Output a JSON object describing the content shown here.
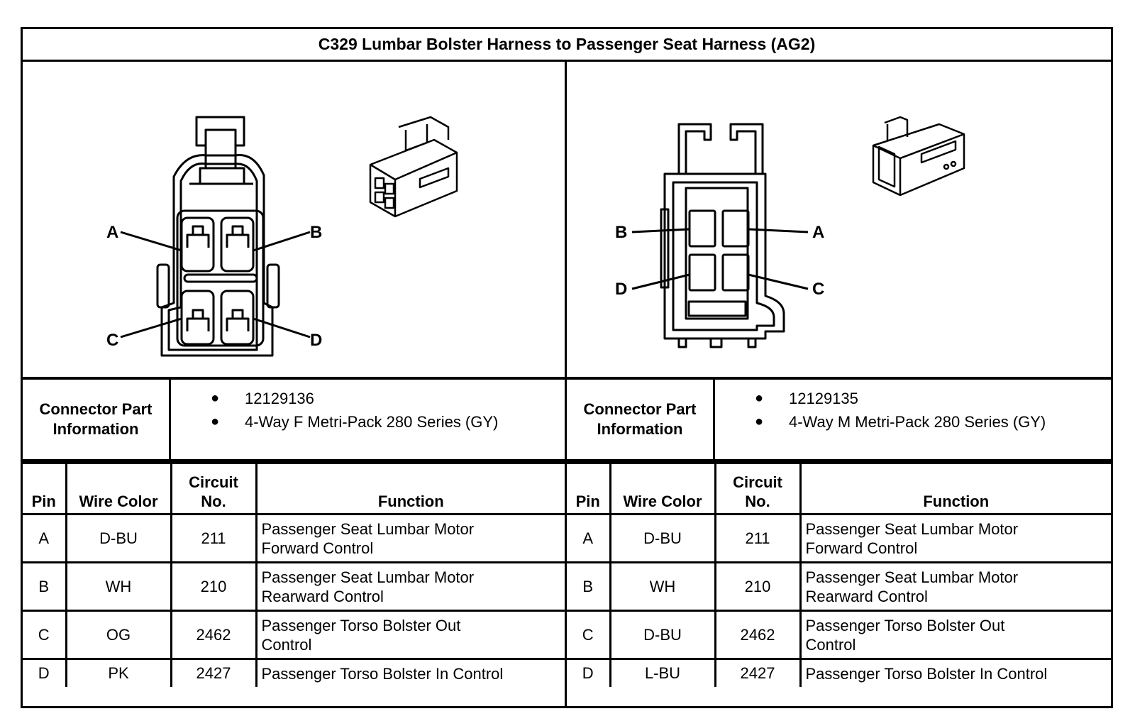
{
  "title": "C329 Lumbar Bolster Harness to Passenger Seat Harness (AG2)",
  "connectors": [
    {
      "info_label": "Connector Part Information",
      "part_info": [
        "12129136",
        "4-Way F Metri-Pack 280 Series (GY)"
      ],
      "pin_labels": {
        "A": "A",
        "B": "B",
        "C": "C",
        "D": "D"
      },
      "headers": {
        "pin": "Pin",
        "wire_color": "Wire Color",
        "circuit_line1": "Circuit",
        "circuit_line2": "No.",
        "function": "Function"
      },
      "rows": [
        {
          "pin": "A",
          "wire_color": "D-BU",
          "circuit": "211",
          "function_line1": "Passenger Seat Lumbar Motor",
          "function_line2": "Forward Control"
        },
        {
          "pin": "B",
          "wire_color": "WH",
          "circuit": "210",
          "function_line1": "Passenger Seat Lumbar Motor",
          "function_line2": "Rearward Control"
        },
        {
          "pin": "C",
          "wire_color": "OG",
          "circuit": "2462",
          "function_line1": "Passenger Torso Bolster Out",
          "function_line2": "Control"
        },
        {
          "pin": "D",
          "wire_color": "PK",
          "circuit": "2427",
          "function_line1": "Passenger Torso Bolster In Control",
          "function_line2": ""
        }
      ]
    },
    {
      "info_label": "Connector Part Information",
      "part_info": [
        "12129135",
        "4-Way M Metri-Pack 280 Series (GY)"
      ],
      "pin_labels": {
        "A": "A",
        "B": "B",
        "C": "C",
        "D": "D"
      },
      "headers": {
        "pin": "Pin",
        "wire_color": "Wire Color",
        "circuit_line1": "Circuit",
        "circuit_line2": "No.",
        "function": "Function"
      },
      "rows": [
        {
          "pin": "A",
          "wire_color": "D-BU",
          "circuit": "211",
          "function_line1": "Passenger Seat Lumbar Motor",
          "function_line2": "Forward Control"
        },
        {
          "pin": "B",
          "wire_color": "WH",
          "circuit": "210",
          "function_line1": "Passenger Seat Lumbar Motor",
          "function_line2": "Rearward Control"
        },
        {
          "pin": "C",
          "wire_color": "D-BU",
          "circuit": "2462",
          "function_line1": "Passenger Torso Bolster Out",
          "function_line2": "Control"
        },
        {
          "pin": "D",
          "wire_color": "L-BU",
          "circuit": "2427",
          "function_line1": "Passenger Torso Bolster In Control",
          "function_line2": ""
        }
      ]
    }
  ]
}
